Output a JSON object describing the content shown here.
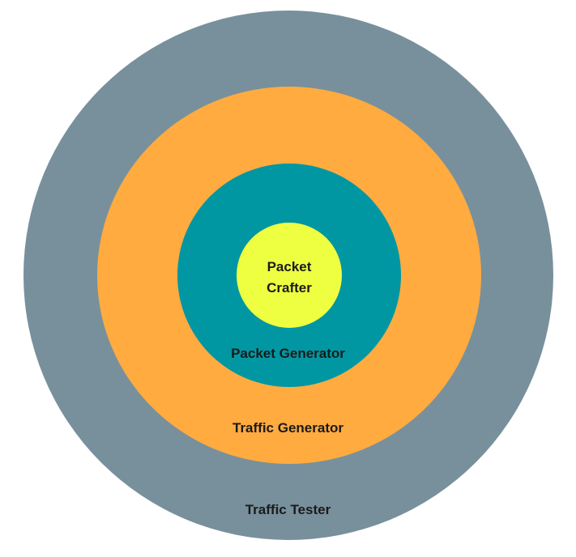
{
  "page": {
    "background": "#ffffff",
    "text_color": "#1a1a1a"
  },
  "diagram": {
    "type": "concentric-circles",
    "rings": [
      {
        "name": "traffic-tester",
        "label": "Traffic Tester",
        "color": "#78909C"
      },
      {
        "name": "traffic-generator",
        "label": "Traffic Generator",
        "color": "#FFAB40"
      },
      {
        "name": "packet-generator",
        "label": "Packet Generator",
        "color": "#0097A3"
      },
      {
        "name": "packet-crafter",
        "label": "Packet Crafter",
        "color": "#EEFF41"
      }
    ]
  }
}
